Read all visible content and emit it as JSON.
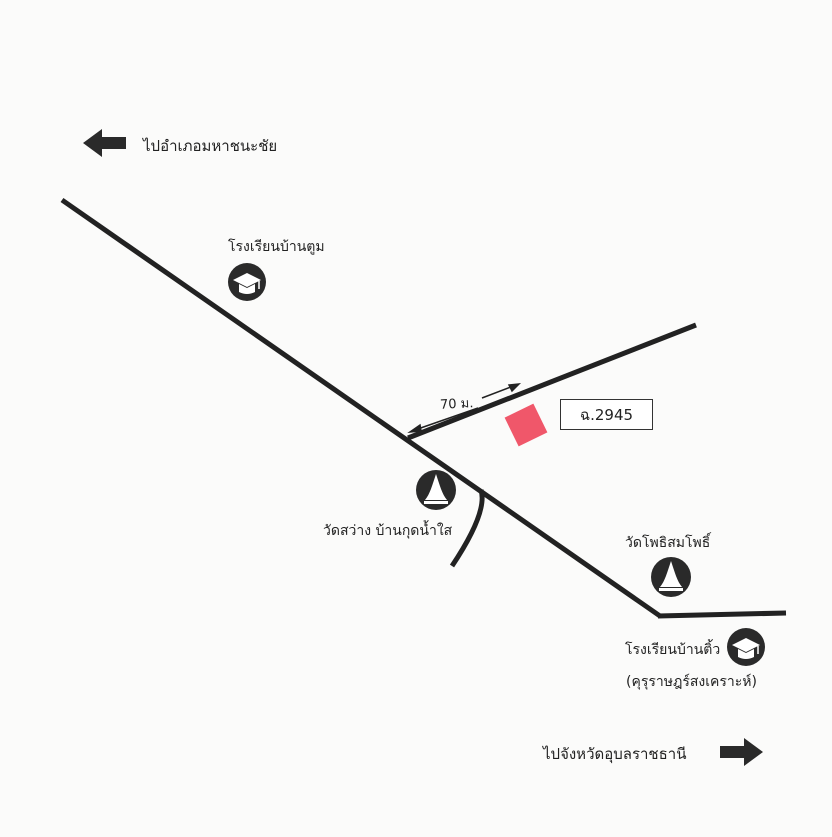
{
  "direction_top": "ไปอำเภอมหาชนะชัย",
  "direction_bottom": "ไปจังหวัดอุบลราชธานี",
  "distance_label": "70 ม.",
  "parcel_label": "ฉ.2945",
  "landmarks": {
    "school_top": "โรงเรียนบ้านตูม",
    "temple_mid": "วัดสว่าง บ้านกุดน้ำใส",
    "temple_right": "วัดโพธิสมโพธิ์",
    "school_bottom_line1": "โรงเรียนบ้านติ้ว",
    "school_bottom_line2": "(คุรุราษฎร์สงเคราะห์)"
  },
  "colors": {
    "road": "#222222",
    "parcel": "#f0576a",
    "icon": "#2a2a2a"
  },
  "icons": [
    "left-arrow-icon",
    "right-arrow-icon",
    "school-icon",
    "temple-icon"
  ]
}
